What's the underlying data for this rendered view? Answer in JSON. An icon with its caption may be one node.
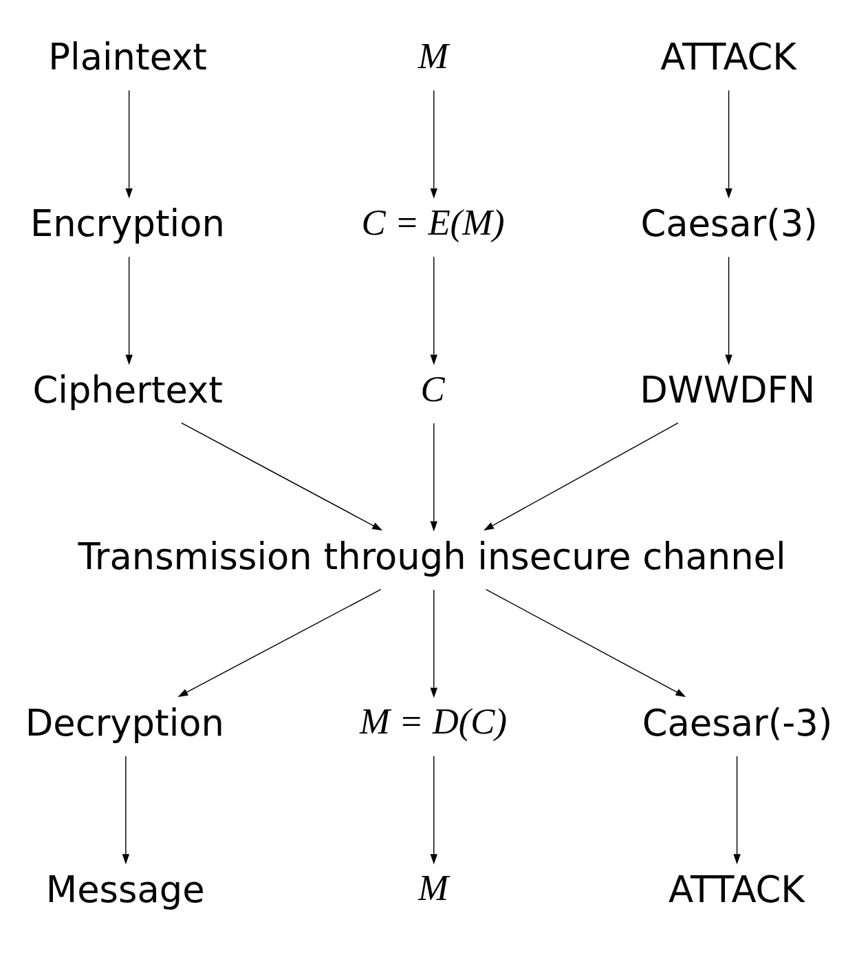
{
  "diagram": {
    "nodes": [
      {
        "text": [
          "Plaintext"
        ]
      },
      {
        "text": [
          "M"
        ]
      },
      {
        "text": [
          "ATTACK"
        ]
      },
      {
        "text": [
          "Encryption"
        ]
      },
      {
        "text": [
          "C = E(M)"
        ]
      },
      {
        "text": [
          "Caesar(3)"
        ]
      },
      {
        "text": [
          "Ciphertext"
        ]
      },
      {
        "text": [
          "C"
        ]
      },
      {
        "text": [
          "DWWDFN"
        ]
      },
      {
        "text": [
          "Transmission through insecure channel"
        ]
      },
      {
        "text": [
          "Decryption"
        ]
      },
      {
        "text": [
          "M = D(C)"
        ]
      },
      {
        "text": [
          "Caesar(-3)"
        ]
      },
      {
        "text": [
          "Message"
        ]
      },
      {
        "text": [
          "M"
        ]
      },
      {
        "text": [
          "ATTACK"
        ]
      }
    ],
    "edges": [
      {
        "from": 0,
        "to": 3,
        "arrow": "to"
      },
      {
        "from": 3,
        "to": 6,
        "arrow": "to"
      },
      {
        "from": 6,
        "to": 9,
        "arrow": "to"
      },
      {
        "from": 9,
        "to": 10,
        "arrow": "to"
      },
      {
        "from": 10,
        "to": 13,
        "arrow": "to"
      },
      {
        "from": 1,
        "to": 4,
        "arrow": "to"
      },
      {
        "from": 4,
        "to": 7,
        "arrow": "to"
      },
      {
        "from": 7,
        "to": 9,
        "arrow": "to"
      },
      {
        "from": 9,
        "to": 11,
        "arrow": "to"
      },
      {
        "from": 11,
        "to": 14,
        "arrow": "to"
      },
      {
        "from": 2,
        "to": 5,
        "arrow": "to"
      },
      {
        "from": 5,
        "to": 8,
        "arrow": "to"
      },
      {
        "from": 8,
        "to": 9,
        "arrow": "to"
      },
      {
        "from": 9,
        "to": 12,
        "arrow": "to"
      },
      {
        "from": 12,
        "to": 15,
        "arrow": "to"
      }
    ]
  }
}
